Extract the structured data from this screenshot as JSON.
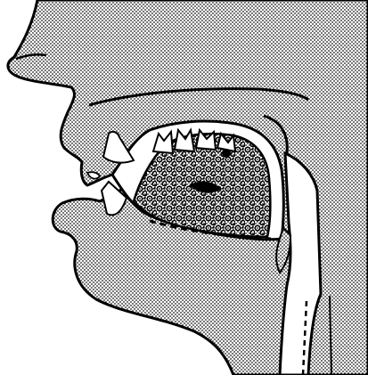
{
  "figure": {
    "kind": "line-art",
    "subject": "midsagittal-head-section",
    "labels": []
  },
  "colors": {
    "background": "#ffffff",
    "ink": "#000000",
    "stipple": "#1a1a1a"
  },
  "icons": {
    "stipple_pattern": "dot-stipple",
    "tongue_pattern": "circle-texture",
    "teeth": "tooth-shapes"
  }
}
